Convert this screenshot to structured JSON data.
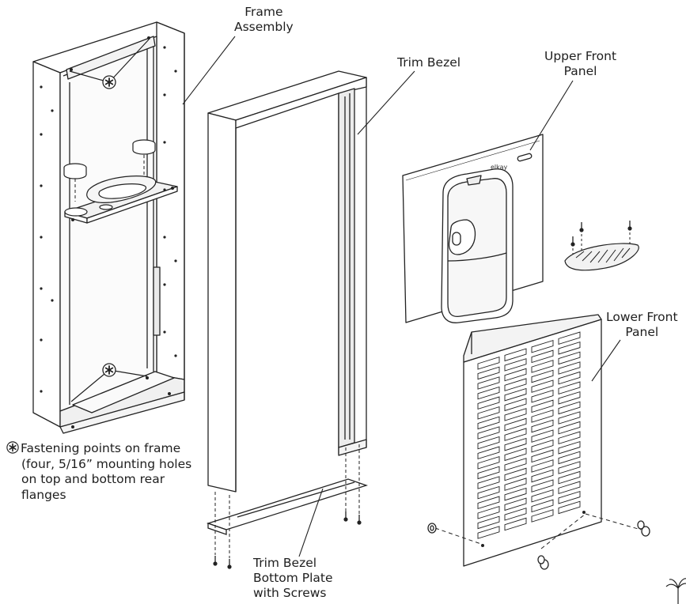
{
  "labels": {
    "frame_assembly": [
      "Frame",
      "Assembly"
    ],
    "trim_bezel": [
      "Trim Bezel"
    ],
    "upper_front_panel": [
      "Upper Front",
      "Panel"
    ],
    "lower_front_panel": [
      "Lower Front",
      "Panel"
    ],
    "trim_bezel_bottom_plate": [
      "Trim Bezel",
      "Bottom Plate",
      "with Screws"
    ]
  },
  "note": {
    "symbol": "asterisk-in-circle",
    "lines": [
      "Fastening points on frame",
      "(four, 5/16” mounting holes",
      "on top and bottom rear",
      "flanges"
    ]
  },
  "logo_text": "elkay",
  "colors": {
    "line": "#222222",
    "panel_fill": "#ffffff",
    "shade": "#e9e9e9"
  }
}
